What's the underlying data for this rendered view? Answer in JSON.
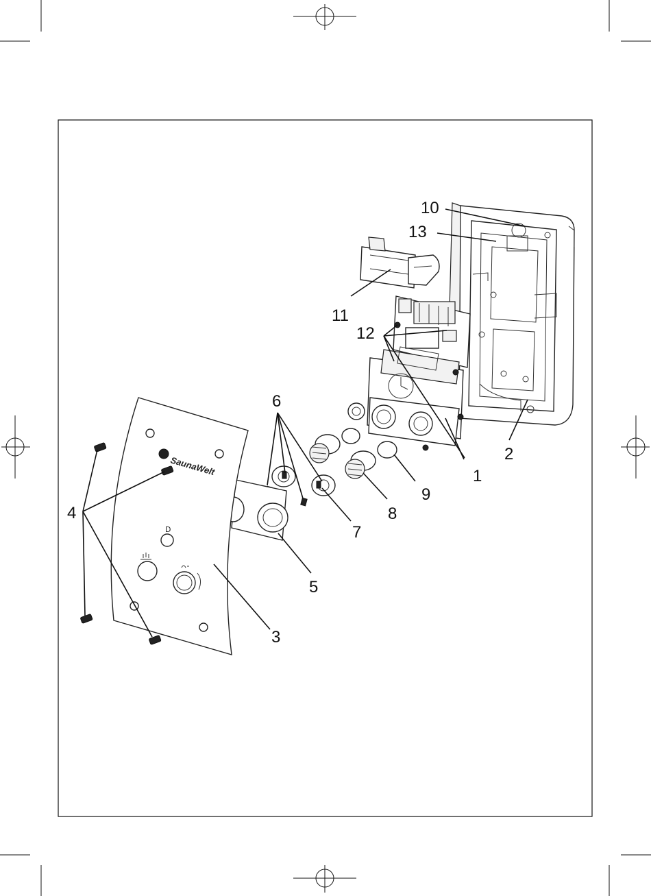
{
  "diagram": {
    "brand_text": "SaunaWelt",
    "panel_symbol": "D",
    "callouts": {
      "c1": "1",
      "c2": "2",
      "c3": "3",
      "c4": "4",
      "c5": "5",
      "c6": "6",
      "c7": "7",
      "c8": "8",
      "c9": "9",
      "c10": "10",
      "c11": "11",
      "c12": "12",
      "c13": "13"
    }
  }
}
